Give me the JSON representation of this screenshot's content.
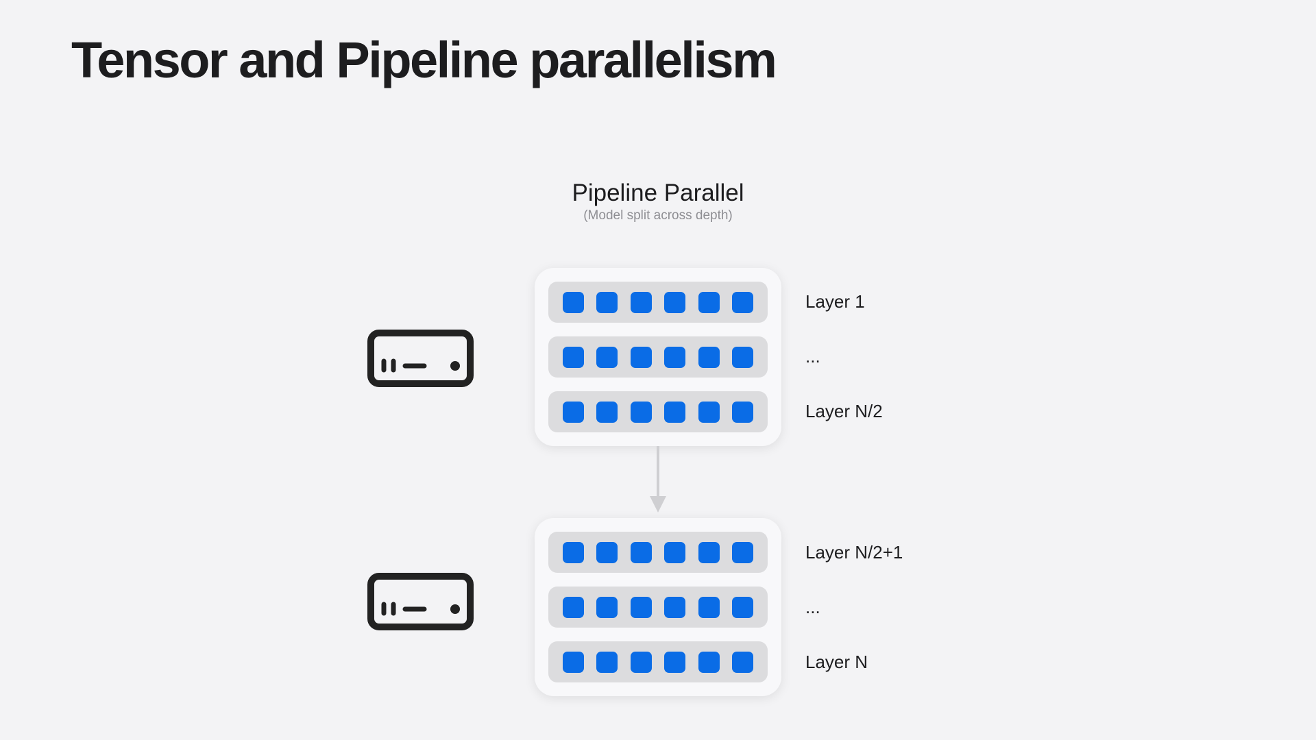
{
  "slide": {
    "title": "Tensor and Pipeline parallelism"
  },
  "diagram": {
    "title": "Pipeline Parallel",
    "subtitle": "(Model split across depth)",
    "stages": [
      {
        "device_icon": "device-icon",
        "units_per_row": 6,
        "layers": [
          {
            "label": "Layer 1"
          },
          {
            "label": "..."
          },
          {
            "label": "Layer N/2"
          }
        ]
      },
      {
        "device_icon": "device-icon",
        "units_per_row": 6,
        "layers": [
          {
            "label": "Layer N/2+1"
          },
          {
            "label": "..."
          },
          {
            "label": "Layer N"
          }
        ]
      }
    ],
    "connector_icon": "arrow-down-icon"
  },
  "colors": {
    "background": "#f3f3f5",
    "text": "#1d1d1f",
    "subtitle": "#8e8e93",
    "unit": "#0a6ce6",
    "row": "#dcdcde",
    "stage_card": "#f8f8fa",
    "device_stroke": "#222222",
    "arrow": "#cfcfd2"
  }
}
